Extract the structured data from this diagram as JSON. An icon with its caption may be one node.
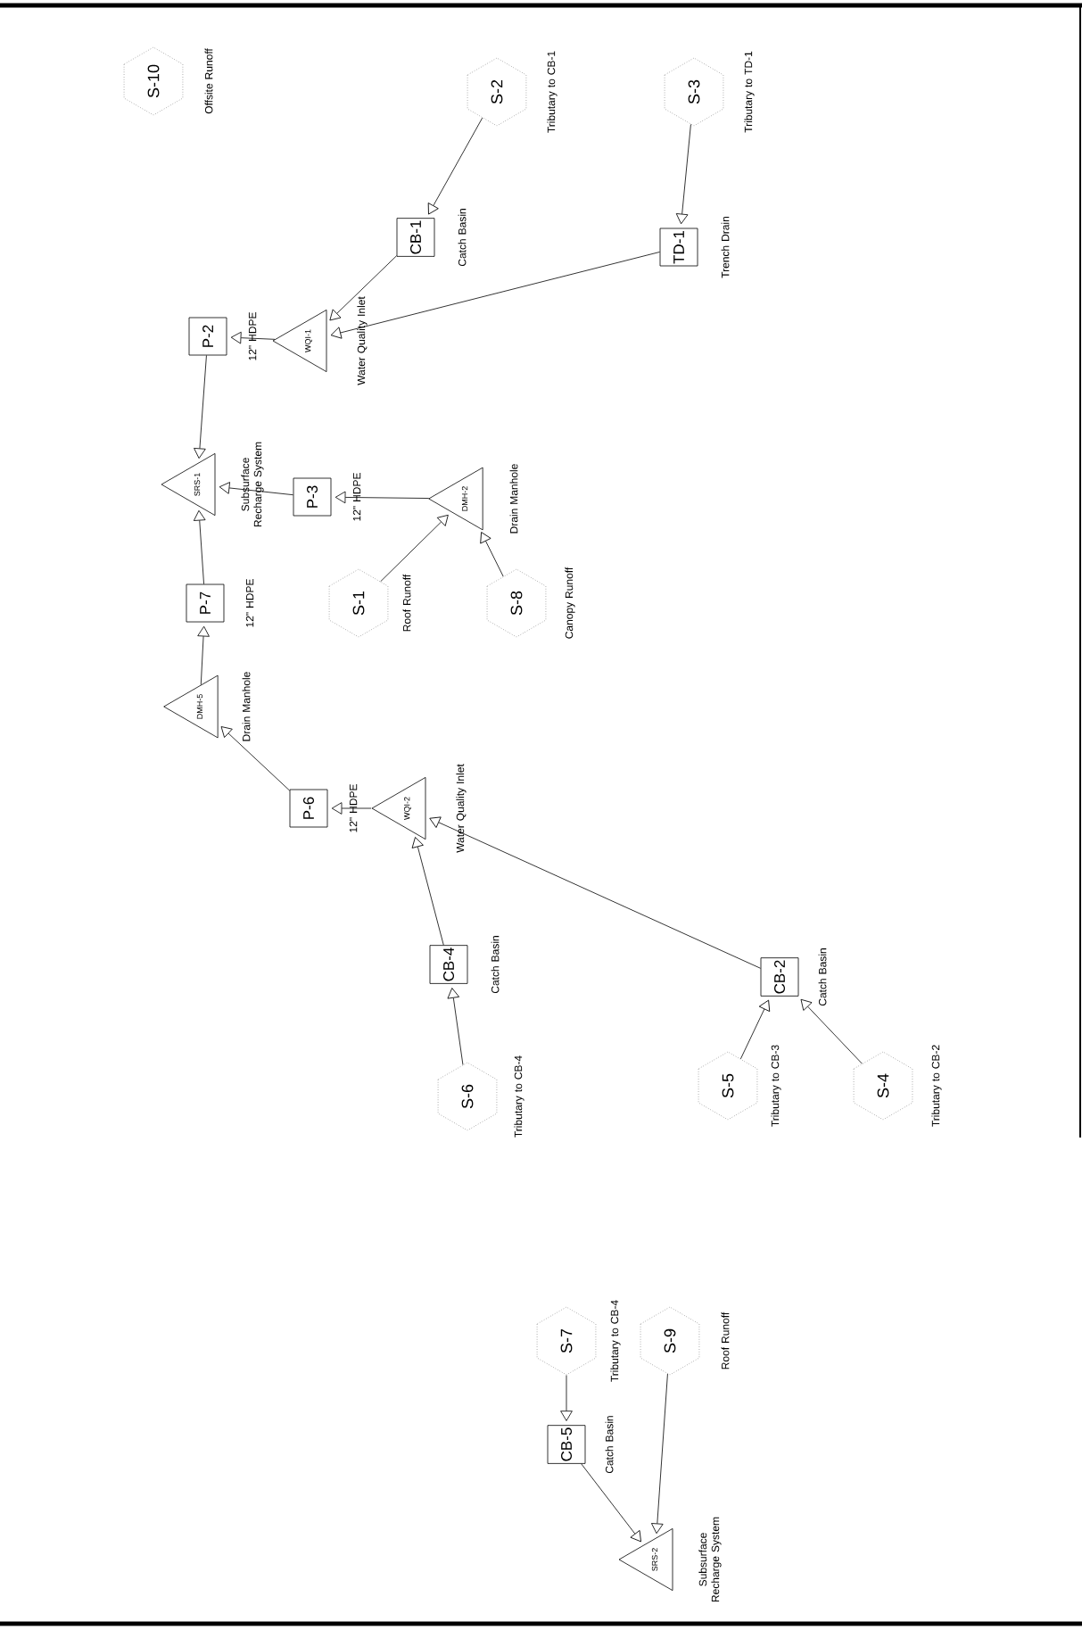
{
  "diagram": {
    "nodes": [
      {
        "text": [
          "S-10"
        ],
        "beside": [
          "Offsite Runoff"
        ]
      },
      {
        "text": [
          "S-2"
        ],
        "beside": [
          "Tributary to CB-1"
        ]
      },
      {
        "text": [
          "S-3"
        ],
        "beside": [
          "Tributary to TD-1"
        ]
      },
      {
        "text": [
          "CB-1"
        ],
        "beside": [
          "Catch Basin"
        ]
      },
      {
        "text": [
          "TD-1"
        ],
        "beside": [
          "Trench Drain"
        ]
      },
      {
        "text": [
          "P-2"
        ],
        "beside": [
          "12\" HDPE"
        ]
      },
      {
        "text": [
          "WQI-1"
        ],
        "beside": [
          "Water Quality Inlet"
        ]
      },
      {
        "text": [
          "SRS-1"
        ],
        "beside": [
          "Subsurface Recharge System"
        ]
      },
      {
        "text": [
          "P-3"
        ],
        "beside": [
          "12\" HDPE"
        ]
      },
      {
        "text": [
          "DMH-2"
        ],
        "beside": [
          "Drain Manhole"
        ]
      },
      {
        "text": [
          "P-7"
        ],
        "beside": [
          "12\" HDPE"
        ]
      },
      {
        "text": [
          "S-1"
        ],
        "beside": [
          "Roof Runoff"
        ]
      },
      {
        "text": [
          "S-8"
        ],
        "beside": [
          "Canopy Runoff"
        ]
      },
      {
        "text": [
          "DMH-5"
        ],
        "beside": [
          "Drain Manhole"
        ]
      },
      {
        "text": [
          "P-6"
        ],
        "beside": [
          "12\" HDPE"
        ]
      },
      {
        "text": [
          "WQI-2"
        ],
        "beside": [
          "Water Quality Inlet"
        ]
      },
      {
        "text": [
          "CB-4"
        ],
        "beside": [
          "Catch Basin"
        ]
      },
      {
        "text": [
          "S-6"
        ],
        "beside": [
          "Tributary to CB-4"
        ]
      },
      {
        "text": [
          "CB-2"
        ],
        "beside": [
          "Catch Basin"
        ]
      },
      {
        "text": [
          "S-5"
        ],
        "beside": [
          "Tributary to CB-3"
        ]
      },
      {
        "text": [
          "S-4"
        ],
        "beside": [
          "Tributary to CB-2"
        ]
      },
      {
        "text": [
          "S-7"
        ],
        "beside": [
          "Tributary to CB-4"
        ]
      },
      {
        "text": [
          "S-9"
        ],
        "beside": [
          "Roof Runoff"
        ]
      },
      {
        "text": [
          "CB-5"
        ],
        "beside": [
          "Catch Basin"
        ]
      },
      {
        "text": [
          "SRS-2"
        ],
        "beside": [
          "Subsurface Recharge System"
        ]
      }
    ],
    "edges": [
      {
        "from": 1,
        "to": 3,
        "arrow": "to"
      },
      {
        "from": 2,
        "to": 4,
        "arrow": "to"
      },
      {
        "from": 3,
        "to": 6,
        "arrow": "to"
      },
      {
        "from": 4,
        "to": 6,
        "arrow": "to"
      },
      {
        "from": 6,
        "to": 5,
        "arrow": "to"
      },
      {
        "from": 5,
        "to": 7,
        "arrow": "to"
      },
      {
        "from": 8,
        "to": 7,
        "arrow": "to"
      },
      {
        "from": 9,
        "to": 8,
        "arrow": "to"
      },
      {
        "from": 11,
        "to": 9,
        "arrow": "to"
      },
      {
        "from": 12,
        "to": 9,
        "arrow": "to"
      },
      {
        "from": 10,
        "to": 7,
        "arrow": "to"
      },
      {
        "from": 13,
        "to": 10,
        "arrow": "to"
      },
      {
        "from": 14,
        "to": 13,
        "arrow": "to"
      },
      {
        "from": 15,
        "to": 14,
        "arrow": "to"
      },
      {
        "from": 16,
        "to": 15,
        "arrow": "to"
      },
      {
        "from": 18,
        "to": 15,
        "arrow": "to"
      },
      {
        "from": 17,
        "to": 16,
        "arrow": "to"
      },
      {
        "from": 19,
        "to": 18,
        "arrow": "to"
      },
      {
        "from": 20,
        "to": 18,
        "arrow": "to"
      },
      {
        "from": 21,
        "to": 23,
        "arrow": "to"
      },
      {
        "from": 23,
        "to": 24,
        "arrow": "to"
      },
      {
        "from": 22,
        "to": 24,
        "arrow": "to"
      }
    ]
  }
}
